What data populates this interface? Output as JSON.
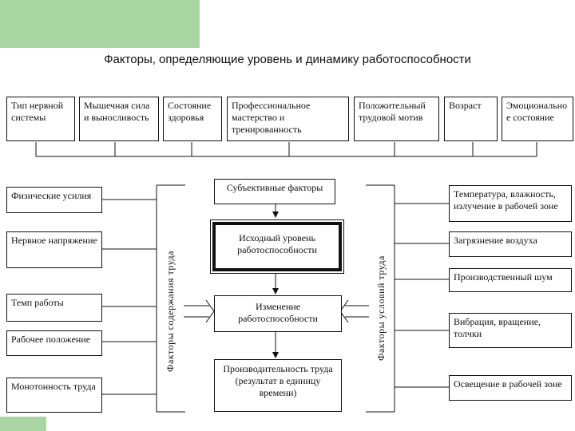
{
  "title": "Факторы, определяющие уровень и динамику работоспособности",
  "top_factors": [
    "Тип нервной системы",
    "Мышечная сила и выносливость",
    "Состояние здоровья",
    "Профессиональное мастерство и тренированность",
    "Положительный трудовой мотив",
    "Возраст",
    "Эмоционально е состояние"
  ],
  "left_factors": [
    "Физические усилия",
    "Нервное напряжение",
    "Темп работы",
    "Рабочее положение",
    "Монотонность труда"
  ],
  "left_axis_label": "Факторы содержания труда",
  "center": {
    "subjective": "Субъективные факторы",
    "initial_level": "Исходный уровень работоспособности",
    "change": "Изменение работоспособности",
    "productivity": "Производительность труда (результат в единицу времени)"
  },
  "right_axis_label": "Факторы условий труда",
  "right_factors": [
    "Температура, влажность, излучение в рабочей зоне",
    "Загрязнение воздуха",
    "Производственный шум",
    "Вибрация, вращение, толчки",
    "Освещение в рабочей зоне"
  ],
  "colors": {
    "accent": "#a8d5a2",
    "line": "#111111"
  }
}
